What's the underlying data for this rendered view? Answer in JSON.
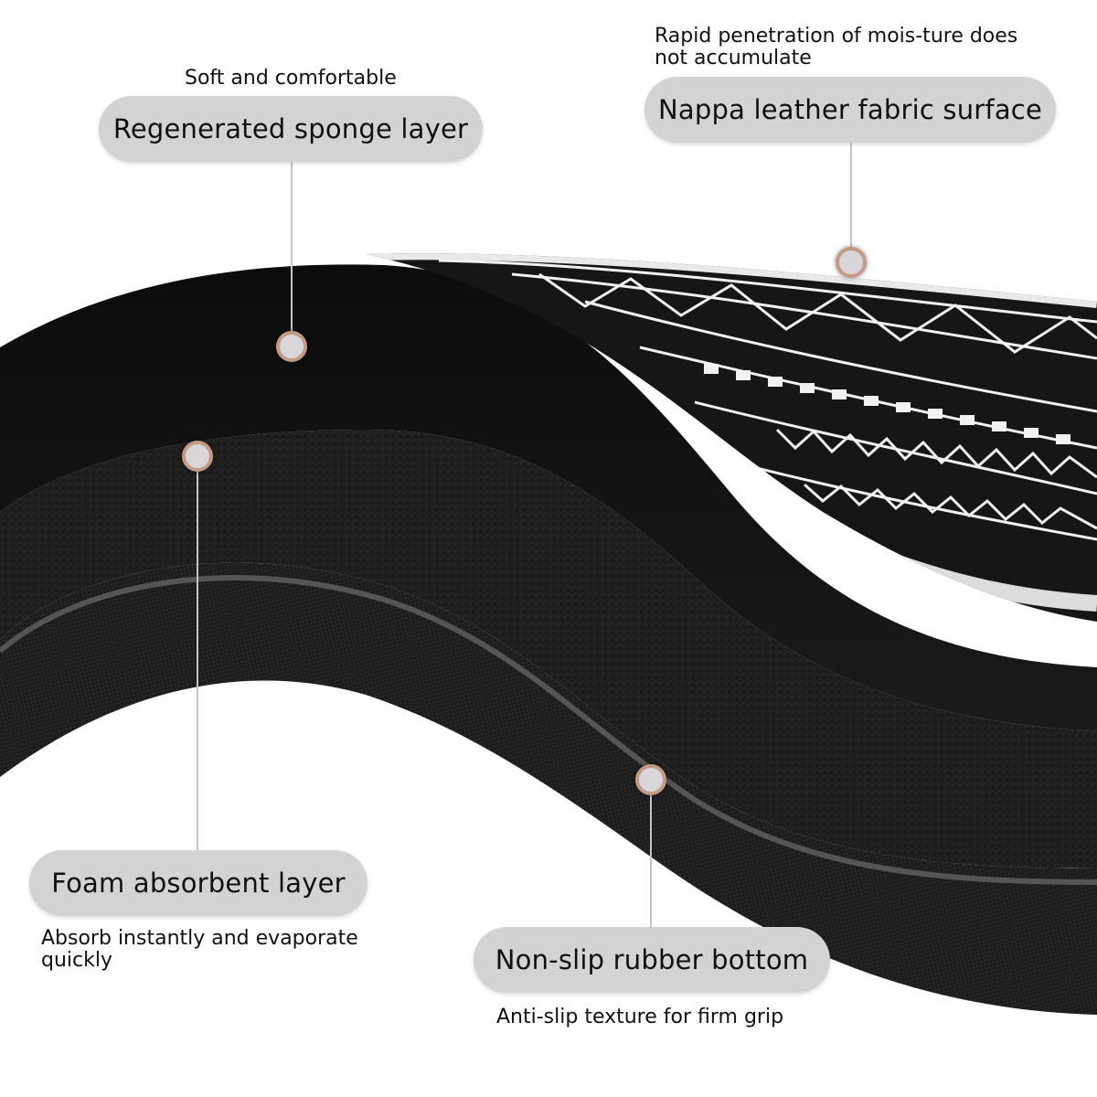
{
  "callouts": {
    "sponge": {
      "title": "Regenerated sponge layer",
      "note": "Soft and comfortable"
    },
    "leather": {
      "title": "Nappa leather fabric surface",
      "note_line1": "Rapid penetration of mois-ture does",
      "note_line2": "not accumulate"
    },
    "foam": {
      "title": "Foam absorbent layer",
      "note_line1": "Absorb instantly and evaporate",
      "note_line2": "quickly"
    },
    "rubber": {
      "title": "Non-slip rubber bottom",
      "note": "Anti-slip texture for firm grip"
    }
  },
  "colors": {
    "background": "#ffffff",
    "pill": "#d3d3d3",
    "dot_ring": "#c29a86",
    "mat": "#141414"
  }
}
